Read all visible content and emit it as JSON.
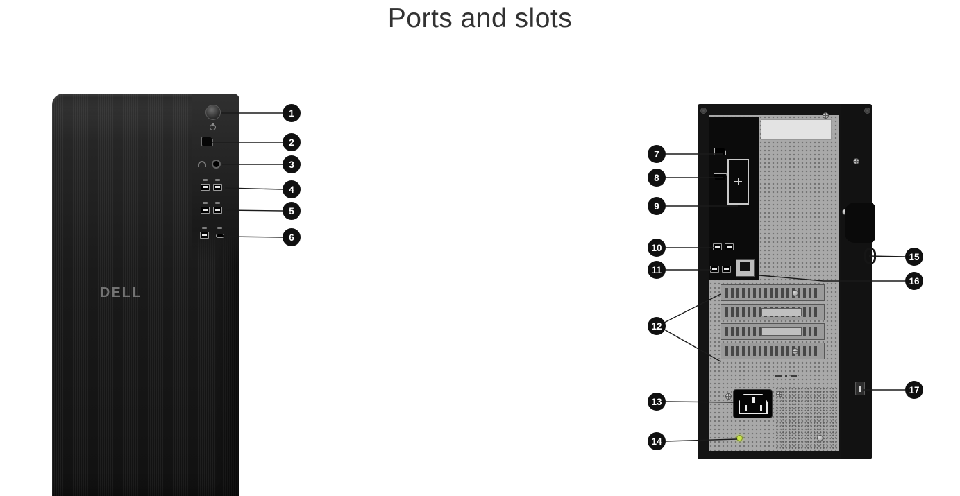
{
  "title": "Ports and slots",
  "brand": "DELL",
  "callouts": [
    "1",
    "2",
    "3",
    "4",
    "5",
    "6",
    "7",
    "8",
    "9",
    "10",
    "11",
    "12",
    "13",
    "14",
    "15",
    "16",
    "17"
  ]
}
